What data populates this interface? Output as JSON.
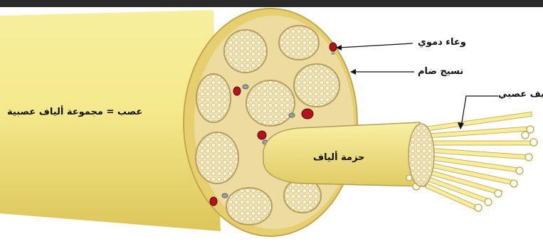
{
  "labels": {
    "blood_vessel": "وعاء دموي",
    "connective_tissue": "نسيج ضام",
    "nerve_fiber": "ليف عصبي",
    "nerve_def": "عصب = مجموعة ألياف عصبية",
    "fiber_bundle": "حزمة ألياف"
  },
  "colors": {
    "sheath": "#f3e78a",
    "sheath_dark": "#d7c35a",
    "face": "#e8d78c",
    "fascicle": "#efe3b0",
    "vessel_red": "#b3121a",
    "vessel_grey": "#9aa0a6",
    "topbar": "#2a2a2a"
  }
}
